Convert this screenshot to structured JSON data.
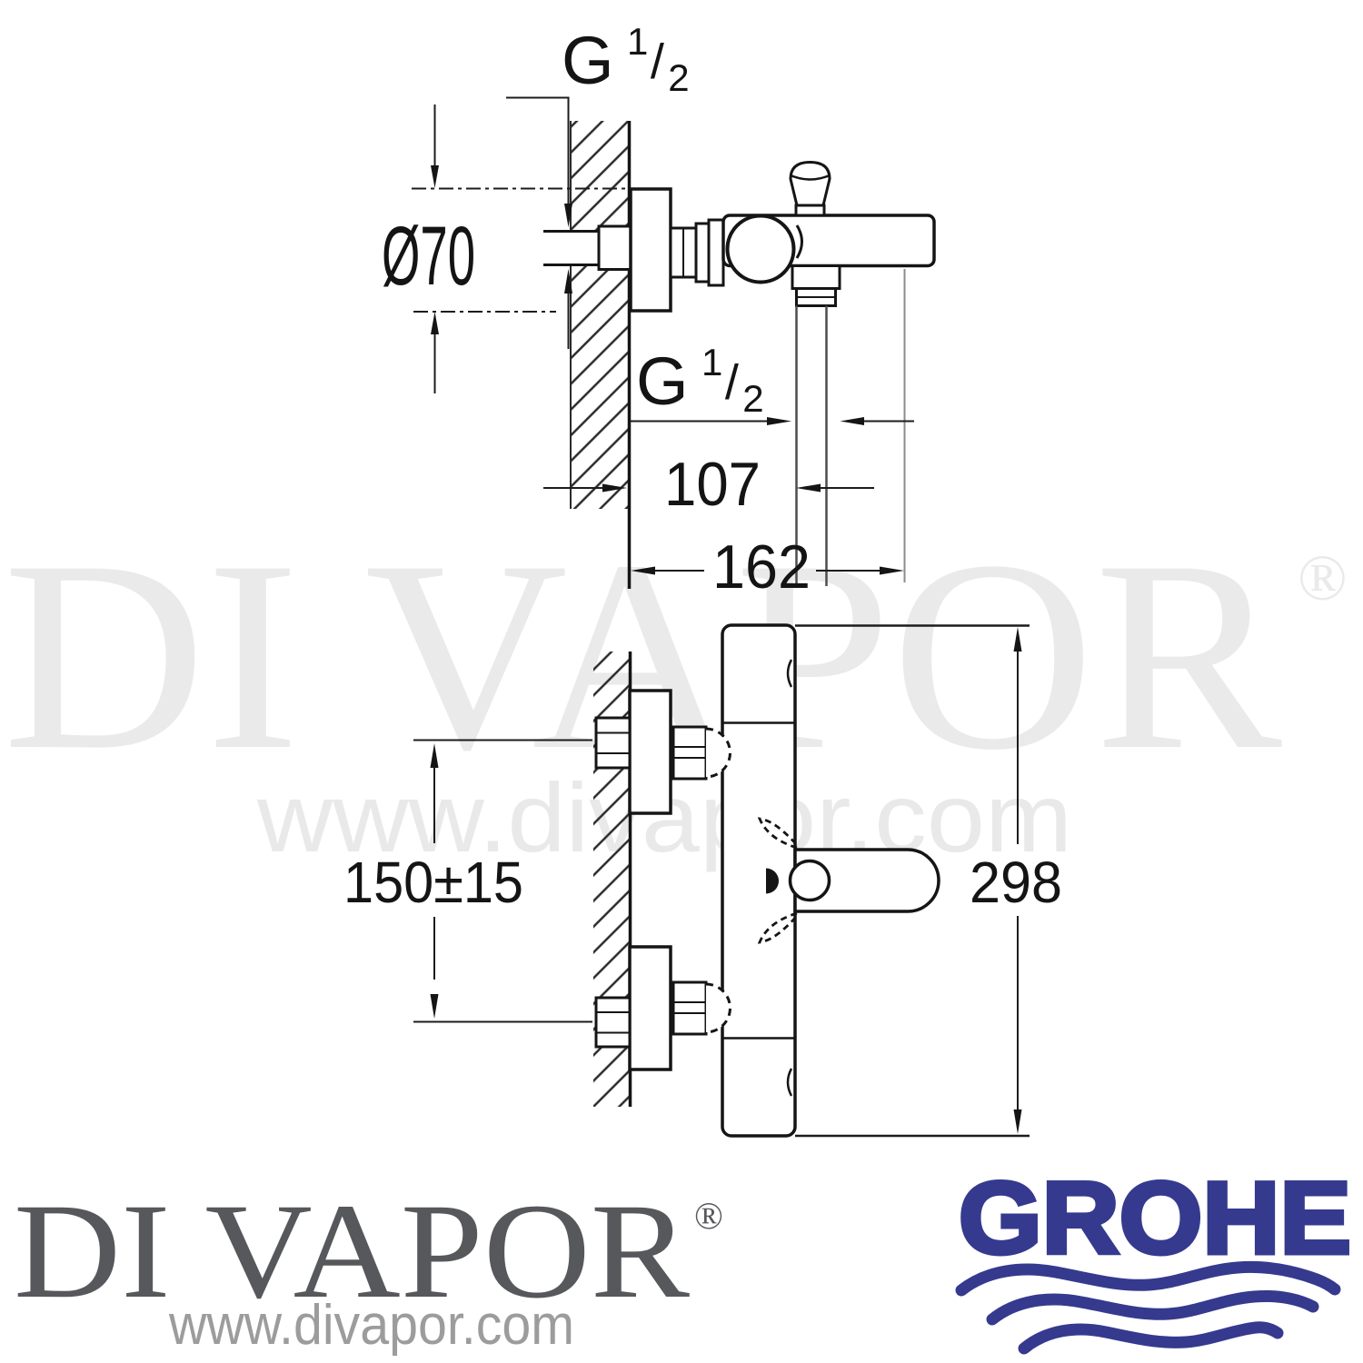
{
  "watermark": {
    "brand": "DI VAPOR",
    "registered_mark": "®",
    "url": "www.divapor.com"
  },
  "footer_logo": {
    "brand": "DI VAPOR",
    "registered_mark": "®",
    "url": "www.divapor.com"
  },
  "manufacturer_logo": {
    "brand": "GROHE"
  },
  "colors": {
    "grohe_blue": "#353a8e",
    "logo_gray": "#57585b",
    "watermark_gray": "#eaeaea",
    "line_black": "#151515"
  },
  "side_view": {
    "top_thread_label": {
      "text": "G 1/2",
      "prefix": "G",
      "numerator": "1",
      "slash": "/",
      "denominator": "2"
    },
    "escutcheon_diameter_label": "Ø70",
    "hose_thread_label": {
      "text": "G 1/2",
      "prefix": "G",
      "numerator": "1",
      "slash": "/",
      "denominator": "2"
    },
    "wall_to_hose_label": "107",
    "wall_to_spout_end_label": "162"
  },
  "front_view": {
    "inlet_spacing_label": "150±15",
    "overall_height_label": "298"
  }
}
